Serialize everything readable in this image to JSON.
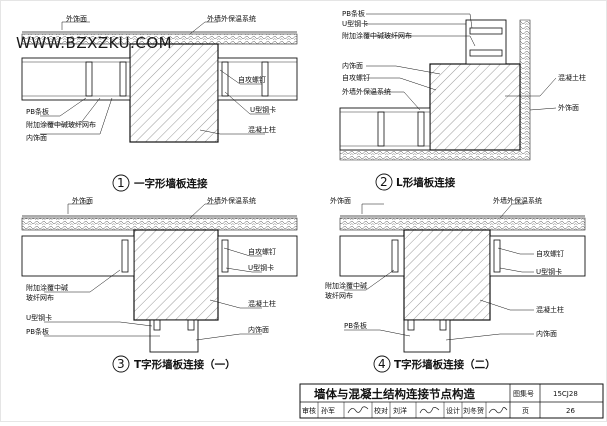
{
  "watermark": "WWW.BZXZKU.COM",
  "details": [
    {
      "number": "1",
      "title": "一字形墙板连接",
      "labels": {
        "finish_outer": "外饰面",
        "insulation": "外墙外保温系统",
        "pb_board": "PB条板",
        "alkali_mesh": "附加涂覆中碱玻纤网布",
        "finish_inner": "内饰面",
        "screw": "自攻螺钉",
        "u_clip": "U型钢卡",
        "column": "混凝土柱"
      }
    },
    {
      "number": "2",
      "title": "L形墙板连接",
      "labels": {
        "pb_board": "PB条板",
        "u_clip": "U型钢卡",
        "alkali_mesh": "附加涂覆中碱玻纤网布",
        "finish_inner": "内饰面",
        "screw": "自攻螺钉",
        "insulation": "外墙外保温系统",
        "column": "混凝土柱",
        "finish_outer": "外饰面"
      }
    },
    {
      "number": "3",
      "title": "T字形墙板连接（一）",
      "labels": {
        "finish_outer": "外饰面",
        "insulation": "外墙外保温系统",
        "alkali_mesh_1": "附加涂覆中碱",
        "alkali_mesh_2": "玻纤网布",
        "screw": "自攻螺钉",
        "u_clip": "U型钢卡",
        "u_clip_left": "U型钢卡",
        "pb_board": "PB条板",
        "column": "混凝土柱",
        "finish_inner": "内饰面"
      }
    },
    {
      "number": "4",
      "title": "T字形墙板连接（二）",
      "labels": {
        "finish_outer": "外饰面",
        "insulation": "外墙外保温系统",
        "alkali_mesh_1": "附加涂覆中碱",
        "alkali_mesh_2": "玻纤网布",
        "screw": "自攻螺钉",
        "u_clip": "U型钢卡",
        "pb_board": "PB条板",
        "column": "混凝土柱",
        "finish_inner": "内饰面"
      }
    }
  ],
  "title_block": {
    "title": "墙体与混凝土结构连接节点构造",
    "atlas_label": "图集号",
    "atlas_no": "15CJ28",
    "review_label": "审核",
    "reviewer": "孙军",
    "check_label": "校对",
    "checker": "刘洋",
    "design_label": "设计",
    "designer": "刘冬贺",
    "page_label": "页",
    "page_no": "26"
  }
}
